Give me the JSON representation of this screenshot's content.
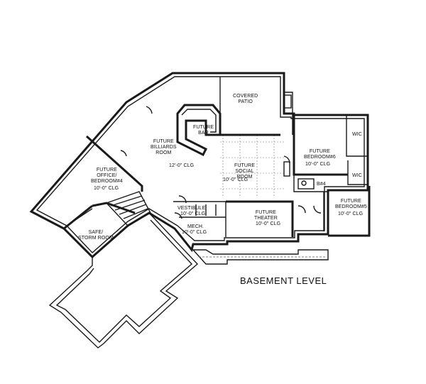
{
  "plan": {
    "level_label": "BASEMENT LEVEL",
    "rooms": {
      "covered_patio": {
        "name": "COVERED\nPATIO"
      },
      "future_bar": {
        "name": "FUTURE\nBAR"
      },
      "billiards": {
        "name": "FUTURE\nBILLIARDS\nROOM",
        "dim": "12'-0\" CLG"
      },
      "office": {
        "name": "FUTURE\nOFFICE/\nBEDROOM#4",
        "dim": "10'-0\" CLG"
      },
      "social": {
        "name": "FUTURE\nSOCIAL\nROOM",
        "dim": "10'-0\" CLG"
      },
      "bedroom6": {
        "name": "FUTURE\nBEDROOM#6",
        "dim": "10'-0\" CLG"
      },
      "wic_top": {
        "name": "WIC"
      },
      "wic_bottom": {
        "name": "WIC"
      },
      "bath4": {
        "name": "B#4"
      },
      "bedroom5": {
        "name": "FUTURE\nBEDROOM#5",
        "dim": "10'-0\" CLG"
      },
      "theater": {
        "name": "FUTURE\nTHEATER",
        "dim": "10'-0\" CLG"
      },
      "vestibule": {
        "name": "VESTIBULE",
        "dim": "10'-0\" CLG"
      },
      "mech": {
        "name": "MECH.",
        "dim": "10'-0\" CLG"
      },
      "safe_room": {
        "name": "SAFE/\nSTORM ROOM"
      }
    }
  }
}
